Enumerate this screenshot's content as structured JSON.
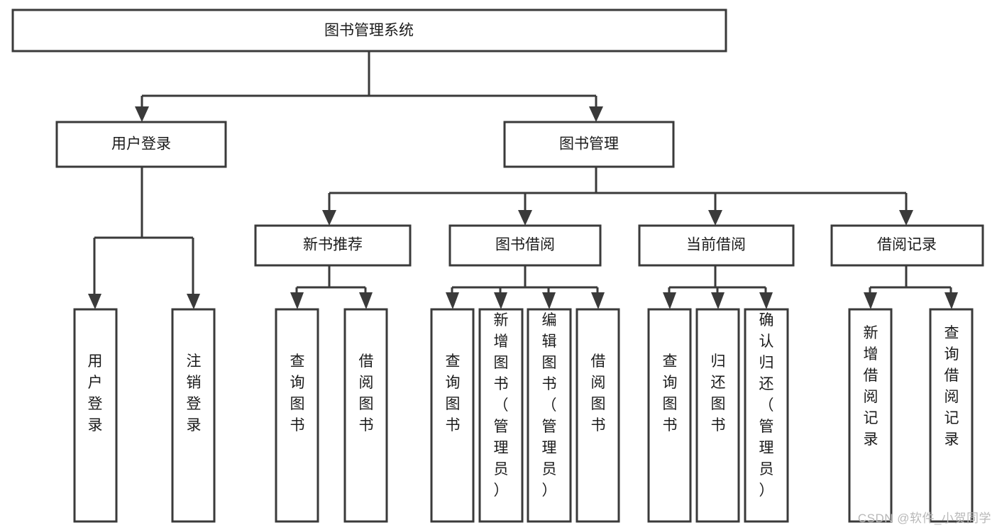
{
  "diagram": {
    "type": "hierarchy-tree",
    "title": "图书管理系统",
    "orientation": "top-down",
    "colors": {
      "box_stroke": "#3a3a3a",
      "box_fill": "#ffffff",
      "connector": "#3a3a3a",
      "text": "#1b1b1b",
      "watermark": "#b8b8b8",
      "background": "#ffffff"
    },
    "root": {
      "label": "图书管理系统",
      "orientation": "horizontal"
    },
    "level2": [
      {
        "label": "用户登录",
        "orientation": "horizontal"
      },
      {
        "label": "图书管理",
        "orientation": "horizontal"
      }
    ],
    "level3": [
      {
        "label": "新书推荐",
        "orientation": "horizontal",
        "parent": "图书管理"
      },
      {
        "label": "图书借阅",
        "orientation": "horizontal",
        "parent": "图书管理"
      },
      {
        "label": "当前借阅",
        "orientation": "horizontal",
        "parent": "图书管理"
      },
      {
        "label": "借阅记录",
        "orientation": "horizontal",
        "parent": "图书管理"
      }
    ],
    "leaves": {
      "用户登录": [
        {
          "label": "用户登录",
          "orientation": "vertical"
        },
        {
          "label": "注销登录",
          "orientation": "vertical"
        }
      ],
      "新书推荐": [
        {
          "label": "查询图书",
          "orientation": "vertical"
        },
        {
          "label": "借阅图书",
          "orientation": "vertical"
        }
      ],
      "图书借阅": [
        {
          "label": "查询图书",
          "orientation": "vertical"
        },
        {
          "label": "新增图书（管理员）",
          "orientation": "vertical"
        },
        {
          "label": "编辑图书（管理员）",
          "orientation": "vertical"
        },
        {
          "label": "借阅图书",
          "orientation": "vertical"
        }
      ],
      "当前借阅": [
        {
          "label": "查询图书",
          "orientation": "vertical"
        },
        {
          "label": "归还图书",
          "orientation": "vertical"
        },
        {
          "label": "确认归还（管理员）",
          "orientation": "vertical"
        }
      ],
      "借阅记录": [
        {
          "label": "新增借阅记录",
          "orientation": "vertical"
        },
        {
          "label": "查询借阅记录",
          "orientation": "vertical"
        }
      ]
    }
  },
  "watermark": {
    "text": "CSDN @软件_小贺同学"
  }
}
